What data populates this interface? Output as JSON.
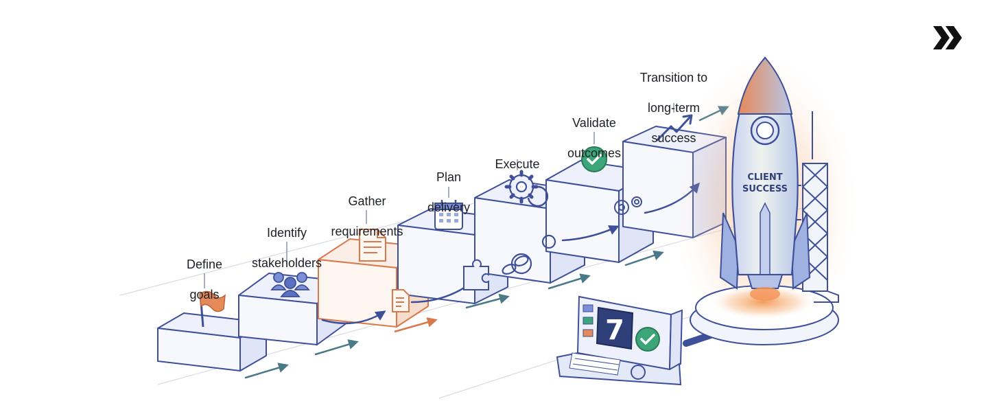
{
  "steps": [
    {
      "line1": "Define",
      "line2": "goals",
      "icon": "flag-icon"
    },
    {
      "line1": "Identify",
      "line2": "stakeholders",
      "icon": "people-icon"
    },
    {
      "line1": "Gather",
      "line2": "requirements",
      "icon": "document-icon"
    },
    {
      "line1": "Plan",
      "line2": "delivery",
      "icon": "calendar-icon"
    },
    {
      "line1": "Execute",
      "line2": "",
      "icon": "gear-icon"
    },
    {
      "line1": "Validate",
      "line2": "outcomes",
      "icon": "check-circle-icon"
    },
    {
      "line1": "Transition to",
      "line2": "long-term",
      "line3": "success",
      "icon": "trend-up-icon"
    }
  ],
  "rocket": {
    "line1": "CLIENT",
    "line2": "SUCCESS"
  },
  "console": {
    "display": "7",
    "icon": "check-circle-icon"
  },
  "nav": {
    "icon": "double-chevron-right-icon"
  },
  "colors": {
    "ink": "#3d4f99",
    "blue_fill": "#eef1fb",
    "orange": "#d9784a",
    "orange_fill": "#fbeee6",
    "green": "#2f9a6c",
    "teal_arrow": "#4a7a88",
    "navy_display": "#2e3f7a"
  }
}
